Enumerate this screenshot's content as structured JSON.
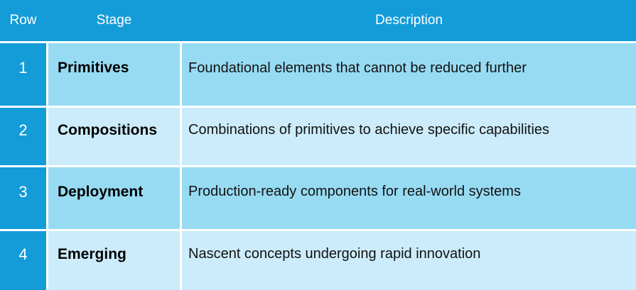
{
  "chart_data": {
    "type": "table",
    "title": "",
    "columns": [
      "Row",
      "Stage",
      "Description"
    ],
    "rows": [
      [
        "1",
        "Primitives",
        "Foundational elements that cannot be reduced further"
      ],
      [
        "2",
        "Compositions",
        "Combinations of primitives to achieve specific capabilities"
      ],
      [
        "3",
        "Deployment",
        "Production-ready components for real-world systems"
      ],
      [
        "4",
        "Emerging",
        "Nascent concepts undergoing rapid innovation"
      ]
    ],
    "layout_hints": {
      "header_fill": "#139CD8",
      "row_number_column_fill": "#139CD8",
      "odd_row_fill": "#97DBF3",
      "even_row_fill": "#CCECFB",
      "gridline_color": "#FFFFFF",
      "header_text_color": "#FFFFFF",
      "body_text_color": "#121212",
      "stage_column_bold": true
    }
  },
  "colors": {
    "accent": "#139CD8",
    "row_odd": "#97DBF3",
    "row_even": "#CCECFB",
    "gap": "#FFFFFF",
    "text_light": "#FFFFFF",
    "text_dark": "#121212"
  }
}
